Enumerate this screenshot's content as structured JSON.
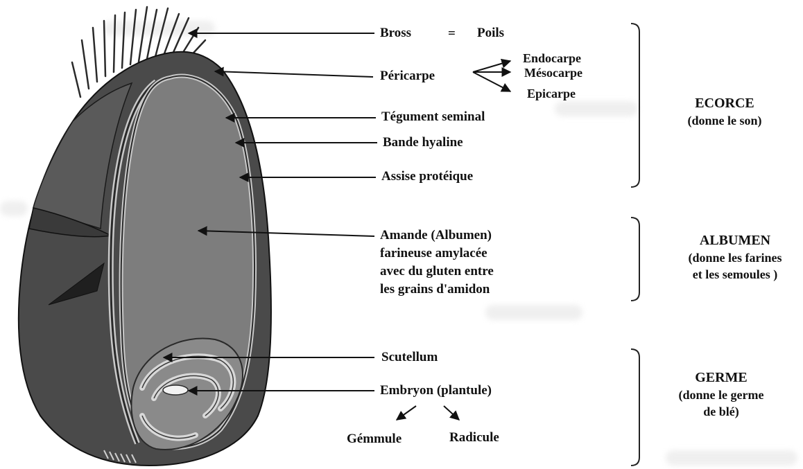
{
  "labels": {
    "bross": "Bross",
    "equals": "=",
    "poils": "Poils",
    "pericarpe": "Péricarpe",
    "endocarpe": "Endocarpe",
    "mesocarpe": "Mésocarpe",
    "epicarpe": "Epicarpe",
    "tegument": "Tégument seminal",
    "bande": "Bande hyaline",
    "assise": "Assise protéique",
    "amande_lines": [
      "Amande (Albumen)",
      "farineuse amylacée",
      "avec du gluten entre",
      "les grains d'amidon"
    ],
    "scutellum": "Scutellum",
    "embryon": "Embryon (plantule)",
    "gemmule": "Gémmule",
    "radicule": "Radicule"
  },
  "groups": {
    "ecorce": {
      "title": "ECORCE",
      "desc": "(donne le son)"
    },
    "albumen": {
      "title": "ALBUMEN",
      "desc": "(donne les farines\net les semoules )"
    },
    "germe": {
      "title": "GERME",
      "desc": "(donne le germe\nde blé)"
    }
  },
  "colors": {
    "ink": "#111111",
    "husk_dark": "#4a4a4a",
    "husk_mid": "#6a6a6a",
    "kernel": "#7d7d7d",
    "layer_light": "#c9c9c9",
    "germ_light": "#d8d8d8"
  }
}
